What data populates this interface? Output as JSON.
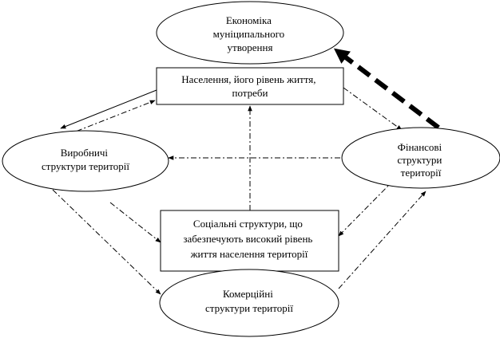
{
  "nodes": {
    "economy": {
      "lines": [
        "Економіка",
        "муніципального",
        "утворення"
      ]
    },
    "population": {
      "lines": [
        "Населення, його рівень життя,",
        "потреби"
      ]
    },
    "production": {
      "lines": [
        "Виробничі",
        "структури території"
      ]
    },
    "finance": {
      "lines": [
        "Фінансові",
        "структури",
        "території"
      ]
    },
    "social": {
      "lines": [
        "Соціальні структури, що",
        "забезпечують високий рівень",
        "життя населення території"
      ]
    },
    "commercial": {
      "lines": [
        "Комерційні",
        "структури території"
      ]
    }
  }
}
